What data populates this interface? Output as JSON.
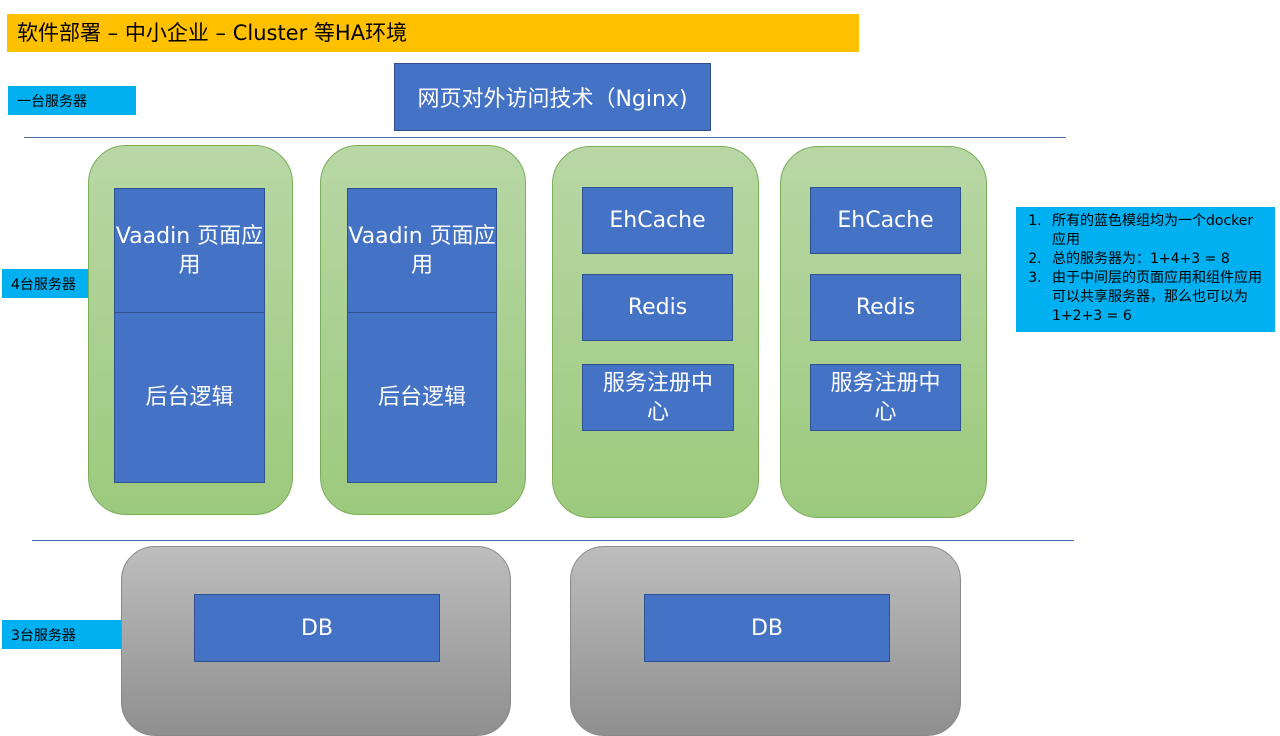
{
  "title": "软件部署 – 中小企业 – Cluster 等HA环境",
  "tiers": {
    "top_label": "一台服务器",
    "middle_label": "4台服务器",
    "bottom_label": "3台服务器"
  },
  "nginx": "网页对外访问技术（Nginx)",
  "app_servers": [
    {
      "top": "Vaadin 页面应用",
      "bottom": "后台逻辑"
    },
    {
      "top": "Vaadin 页面应用",
      "bottom": "后台逻辑"
    }
  ],
  "component_servers": [
    {
      "items": [
        "EhCache",
        "Redis",
        "服务注册中心"
      ]
    },
    {
      "items": [
        "EhCache",
        "Redis",
        "服务注册中心"
      ]
    }
  ],
  "db_servers": [
    "DB",
    "DB"
  ],
  "notes": [
    "所有的蓝色模组均为一个docker应用",
    "总的服务器为：1+4+3 = 8",
    "由于中间层的页面应用和组件应用可以共享服务器，那么也可以为1+2+3 = 6"
  ],
  "colors": {
    "title_bg": "#ffc000",
    "label_bg": "#00b0f0",
    "module_blue": "#4472c4",
    "server_green": "#a9d18e",
    "server_gray": "#a6a6a6"
  }
}
